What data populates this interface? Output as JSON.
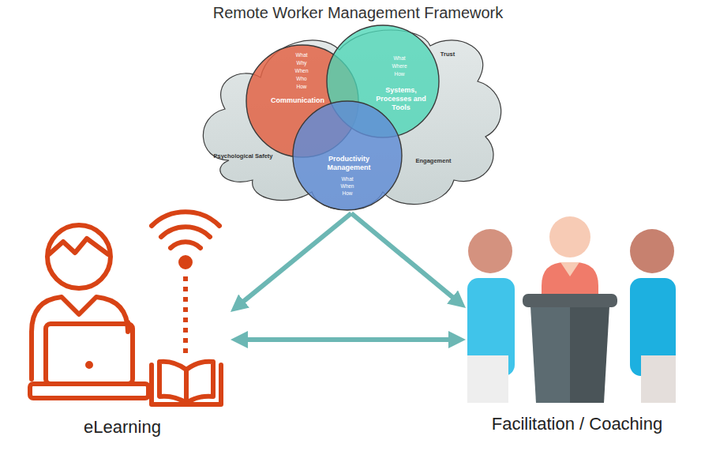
{
  "diagram": {
    "title": "Remote Worker Management Framework",
    "nodes": [
      {
        "text": [
          "Trust",
          "Psychological Safety",
          "Engagement"
        ]
      },
      {
        "text": [
          "What Why When Who How",
          "Communication"
        ],
        "in": 0
      },
      {
        "text": [
          "What Where How",
          "Systems, Processes and Tools"
        ],
        "in": 0
      },
      {
        "text": [
          "Productivity Management",
          "What When How"
        ],
        "in": 0
      },
      {
        "text": [
          "eLearning"
        ]
      },
      {
        "text": [
          "Facilitation / Coaching"
        ]
      }
    ],
    "edges": [
      {
        "from": 0,
        "to": 4,
        "arrow": "to"
      },
      {
        "from": 0,
        "to": 5,
        "arrow": "to"
      },
      {
        "from": 4,
        "to": 5,
        "arrow": "both"
      }
    ]
  }
}
